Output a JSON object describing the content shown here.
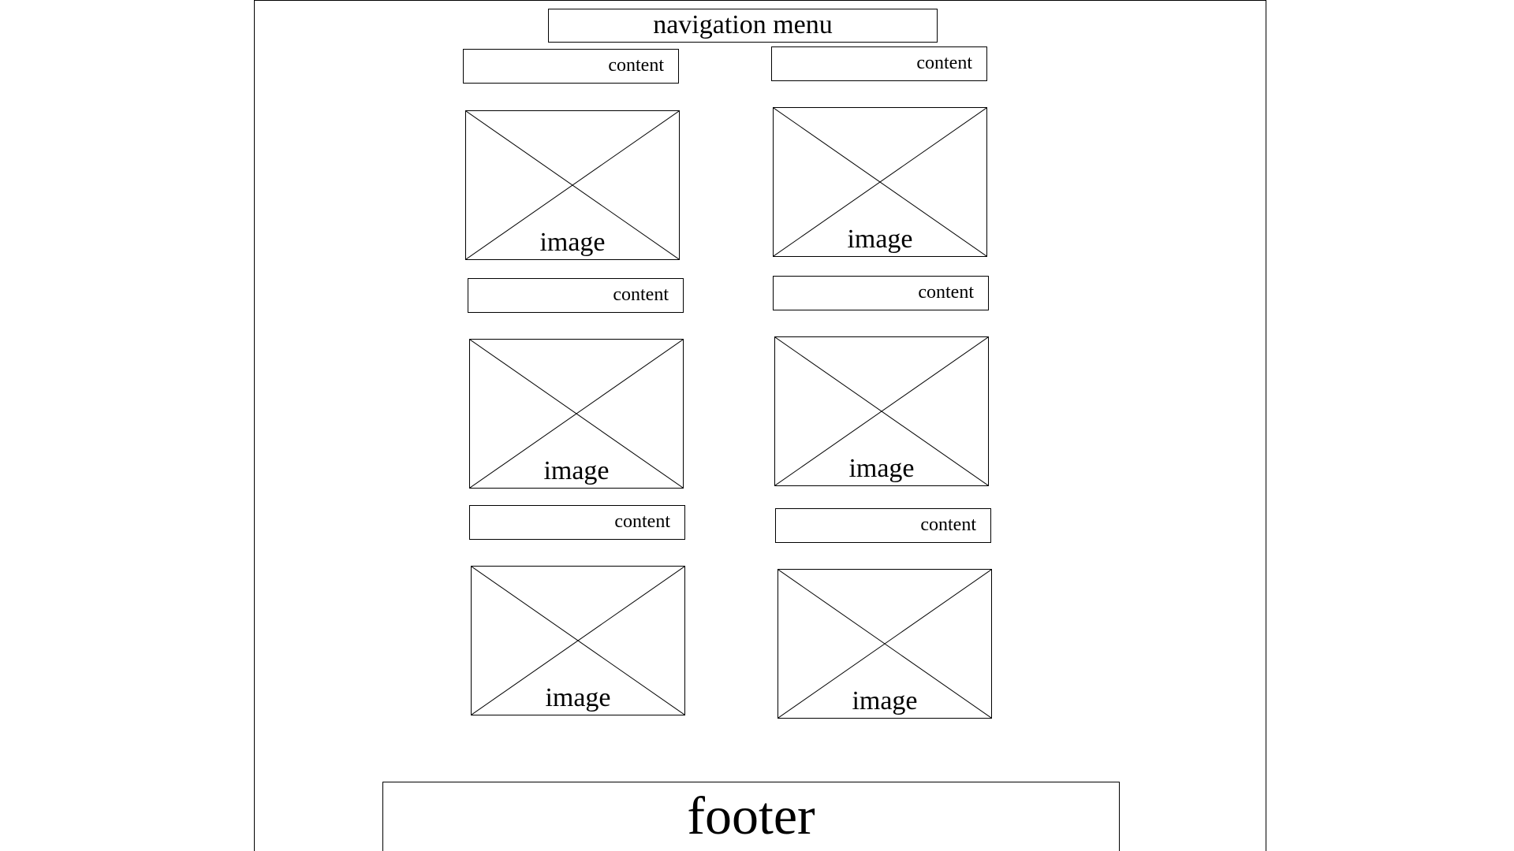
{
  "nav": {
    "label": "navigation menu"
  },
  "columns": [
    {
      "blocks": [
        {
          "content": "content",
          "image": "image"
        },
        {
          "content": "content",
          "image": "image"
        },
        {
          "content": "content",
          "image": "image"
        }
      ]
    },
    {
      "blocks": [
        {
          "content": "content",
          "image": "image"
        },
        {
          "content": "content",
          "image": "image"
        },
        {
          "content": "content",
          "image": "image"
        }
      ]
    }
  ],
  "footer": {
    "label": "footer"
  },
  "colors": {
    "stroke": "#000000",
    "background": "#ffffff"
  }
}
